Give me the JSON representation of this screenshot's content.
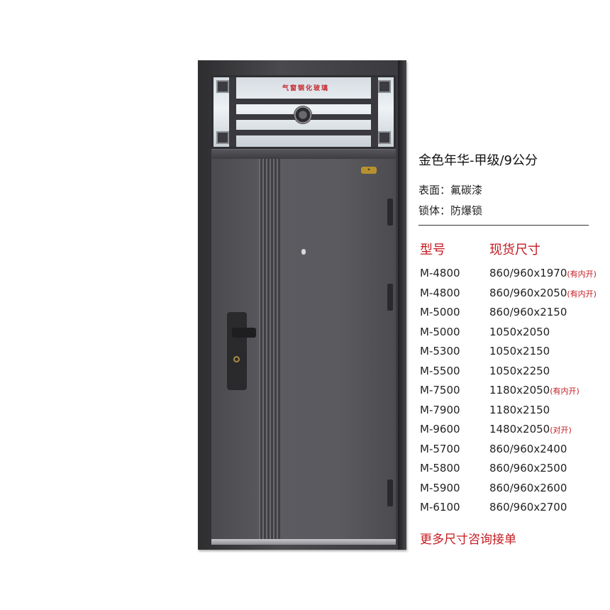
{
  "transom_text": "气窗钢化玻璃",
  "product": {
    "title": "金色年华-甲级/9公分",
    "surface": "表面：氟碳漆",
    "lock": "锁体：防爆锁"
  },
  "table": {
    "header_model": "型号",
    "header_size": "现货尺寸",
    "rows": [
      {
        "model": "M-4800",
        "size": "860/960x1970",
        "note": "(有内开)"
      },
      {
        "model": "M-4800",
        "size": "860/960x2050",
        "note": "(有内开)"
      },
      {
        "model": "M-5000",
        "size": "860/960x2150",
        "note": ""
      },
      {
        "model": "M-5000",
        "size": "1050x2050",
        "note": ""
      },
      {
        "model": "M-5300",
        "size": "1050x2150",
        "note": ""
      },
      {
        "model": "M-5500",
        "size": "1050x2250",
        "note": ""
      },
      {
        "model": "M-7500",
        "size": "1180x2050",
        "note": "(有内开)"
      },
      {
        "model": "M-7900",
        "size": "1180x2150",
        "note": ""
      },
      {
        "model": "M-9600",
        "size": "1480x2050",
        "note": "(对开)"
      },
      {
        "model": "M-5700",
        "size": "860/960x2400",
        "note": ""
      },
      {
        "model": "M-5800",
        "size": "860/960x2500",
        "note": ""
      },
      {
        "model": "M-5900",
        "size": "860/960x2600",
        "note": ""
      },
      {
        "model": "M-6100",
        "size": "860/960x2700",
        "note": ""
      }
    ]
  },
  "footer": "更多尺寸咨询接单",
  "colors": {
    "accent_red": "#c41a20",
    "door_gray": "#55555a"
  }
}
